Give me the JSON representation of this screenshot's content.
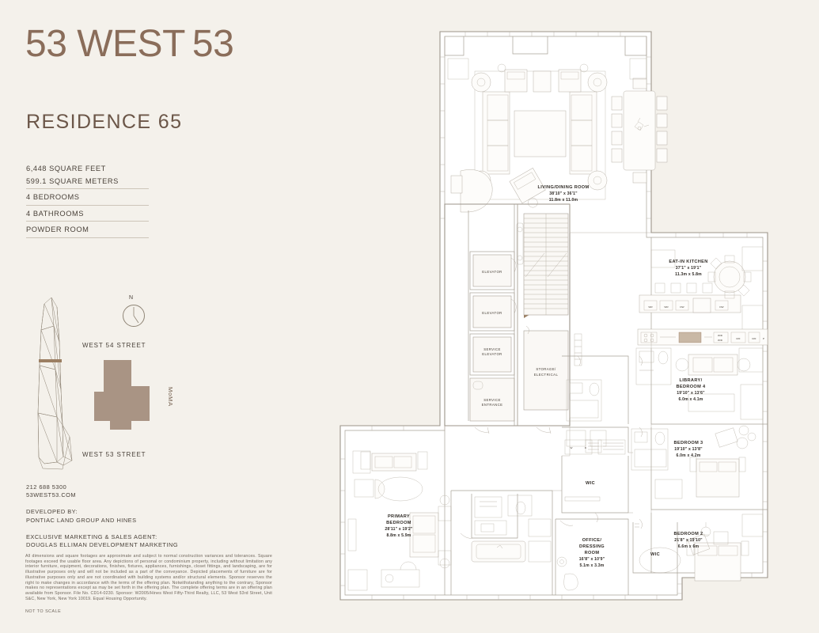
{
  "branding": {
    "name_part1": "53 WEST",
    "name_part2": "53",
    "residence": "RESIDENCE 65"
  },
  "specs": {
    "area_sqft": "6,448 SQUARE FEET",
    "area_sqm": "599.1 SQUARE METERS",
    "bedrooms": "4 BEDROOMS",
    "bathrooms": "4 BATHROOMS",
    "powder": "POWDER ROOM"
  },
  "keymap": {
    "compass_north": "N",
    "street_north": "WEST 54 STREET",
    "street_south": "WEST 53 STREET",
    "neighbor": "MoMA"
  },
  "contact": {
    "phone": "212 688 5300",
    "website": "53WEST53.COM",
    "developed_by_label": "DEVELOPED BY:",
    "developed_by": "PONTIAC LAND GROUP AND HINES",
    "agent_label": "EXCLUSIVE MARKETING & SALES AGENT:",
    "agent": "DOUGLAS ELLIMAN DEVELOPMENT MARKETING"
  },
  "legal": {
    "disclaimer": "All dimensions and square footages are approximate and subject to normal construction variances and tolerances. Square footages exceed the usable floor area. Any depictions of personal or condominium property, including without limitation any interior furniture, equipment, decorations, finishes, fixtures, appliances, furnishings, closet fittings, and landscaping, are for illustrative purposes only and will not be included as a part of the conveyance. Depicted placements of furniture are for illustrative purposes only and are not coordinated with building systems and/or structural elements. Sponsor reserves the right to make changes in accordance with the terms of the offering plan. Notwithstanding anything to the contrary, Sponsor makes no representations except as may be set forth in the offering plan. The complete offering terms are in an offering plan available from Sponsor. File No. CD14-0230. Sponsor: W2005/Hines West Fifty-Third Realty, LLC, 53 West 53rd Street, Unit S&C, New York, New York 10019. Equal Housing Opportunity.",
    "not_to_scale": "NOT TO SCALE"
  },
  "floorplan": {
    "rooms": [
      {
        "id": "living-dining",
        "name": "LIVING/DINING ROOM",
        "dim_imperial": "38'10\" x 36'1\"",
        "dim_metric": "11.8m x 11.0m"
      },
      {
        "id": "eat-in-kitchen",
        "name": "EAT-IN KITCHEN",
        "dim_imperial": "37'1\" x 19'1\"",
        "dim_metric": "11.3m x 5.8m"
      },
      {
        "id": "library-bedroom-4",
        "name_line1": "LIBRARY/",
        "name_line2": "BEDROOM 4",
        "dim_imperial": "19'10\" x 13'6\"",
        "dim_metric": "6.0m x 4.1m"
      },
      {
        "id": "bedroom-3",
        "name": "BEDROOM 3",
        "dim_imperial": "19'10\" x 13'8\"",
        "dim_metric": "6.0m x 4.2m"
      },
      {
        "id": "bedroom-2",
        "name": "BEDROOM 2",
        "dim_imperial": "21'8\" x 19'10\"",
        "dim_metric": "6.6m x 6m"
      },
      {
        "id": "primary-bedroom",
        "name_line1": "PRIMARY",
        "name_line2": "BEDROOM",
        "dim_imperial": "28'11\" x 19'2\"",
        "dim_metric": "8.8m x 5.9m"
      },
      {
        "id": "office-dressing",
        "name_line1": "OFFICE/",
        "name_line2": "DRESSING",
        "name_line3": "ROOM",
        "dim_imperial": "16'8\" x 10'9\"",
        "dim_metric": "5.1m x 3.3m"
      }
    ],
    "core_labels": {
      "elevator_1": "ELEVATOR",
      "elevator_2": "ELEVATOR",
      "service_elevator_l1": "SERVICE",
      "service_elevator_l2": "ELEVATOR",
      "service_entrance_l1": "SERVICE",
      "service_entrance_l2": "ENTRANCE",
      "storage_l1": "STORAGE/",
      "storage_l2": "ELECTRICAL"
    },
    "closets": {
      "wic_upper": "WIC",
      "wic_lower": "WIC"
    },
    "appliances": {
      "wr1": "WR",
      "wr2": "WR",
      "dw1": "DW",
      "dw2": "DW",
      "wd1": "W/D",
      "wd2": "W/D",
      "rf1": "R/F",
      "rf2": "R/F",
      "p": "P",
      "w": "W",
      "d": "D"
    }
  },
  "colors": {
    "background": "#f4f1eb",
    "brand": "#8a6d5a",
    "footprint": "#a99484",
    "wall": "#9c958a",
    "text": "#4a423a"
  }
}
